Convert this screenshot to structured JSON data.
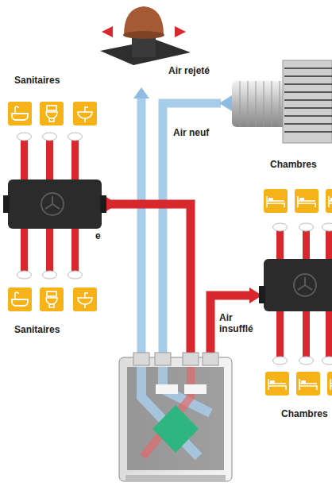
{
  "diagram": {
    "nodes": [
      {
        "text": [
          "Sanitaires"
        ]
      },
      {
        "text": [
          "Chambres"
        ]
      },
      {
        "text": [
          "Sanitaires"
        ]
      },
      {
        "text": [
          "Chambres"
        ]
      }
    ],
    "labels": [
      "Air rejeté",
      "Air neuf",
      "e",
      "Air insufflé"
    ]
  }
}
